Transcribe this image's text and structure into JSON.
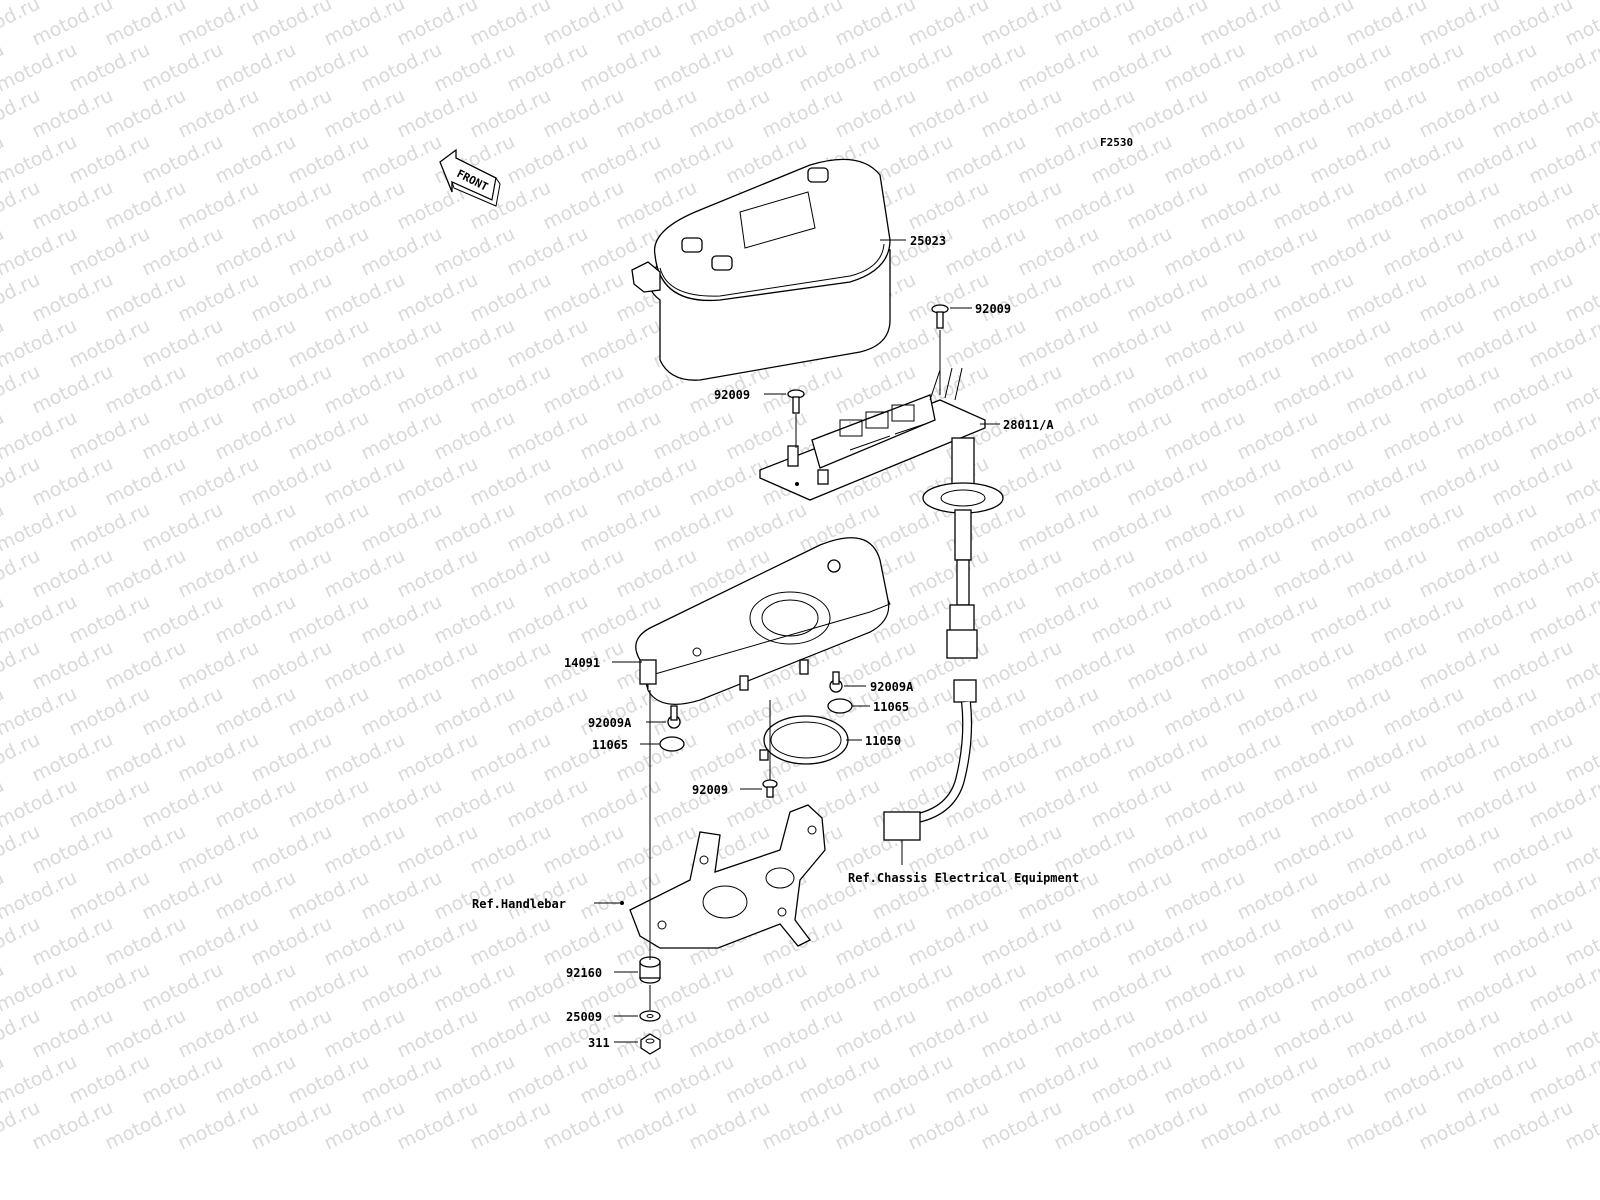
{
  "figure_code": "F2530",
  "watermark_text": "motod.ru",
  "orientation": {
    "label": "FRONT"
  },
  "callouts": {
    "c25023": "25023",
    "c92009_top": "92009",
    "c92009_left": "92009",
    "c28011": "28011/A",
    "c14091": "14091",
    "c92009A_right": "92009A",
    "c11065_right": "11065",
    "c92009A_left": "92009A",
    "c11065_left": "11065",
    "c11050": "11050",
    "c92009_bottom": "92009",
    "c_handlebar": "Ref.Handlebar",
    "c_chassis": "Ref.Chassis Electrical Equipment",
    "c92160": "92160",
    "c25009": "25009",
    "c311": "311"
  },
  "colors": {
    "ink": "#000000",
    "watermark": "#d9d9d9",
    "background": "#ffffff"
  }
}
